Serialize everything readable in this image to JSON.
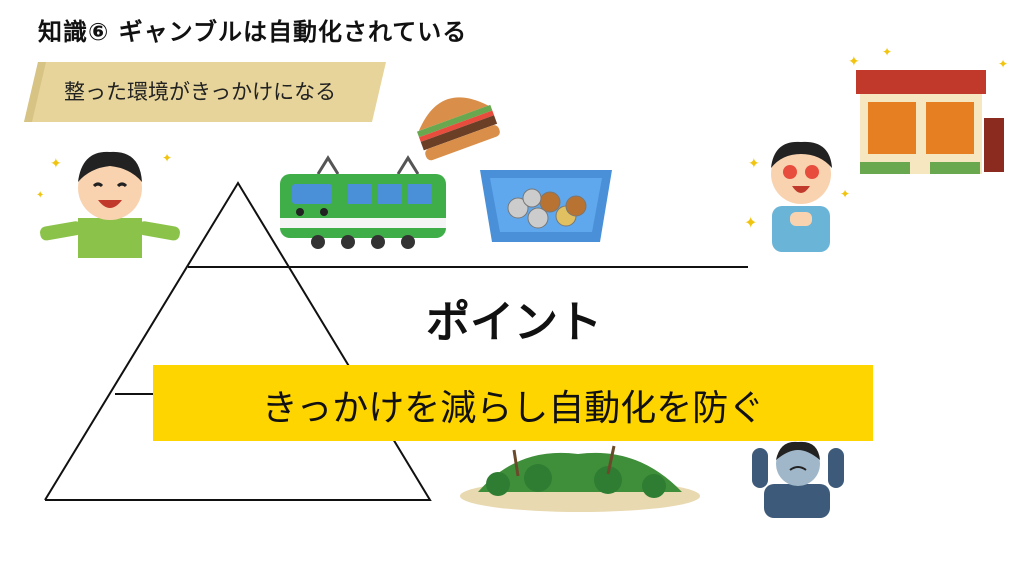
{
  "title": "知識⑥ ギャンブルは自動化されている",
  "banner": {
    "text": "整った環境がきっかけになる"
  },
  "point_label": "ポイント",
  "message": "きっかけを減らし自動化を防ぐ",
  "colors": {
    "banner": "#e6d49a",
    "highlight": "#ffd500",
    "train": "#3fae49",
    "tray": "#4a90d9"
  },
  "illustrations": [
    "happy-boy-icon",
    "hamburger-icon",
    "train-icon",
    "coin-tray-icon",
    "excited-man-icon",
    "pachinko-shop-icon",
    "island-icon",
    "worried-man-icon"
  ]
}
